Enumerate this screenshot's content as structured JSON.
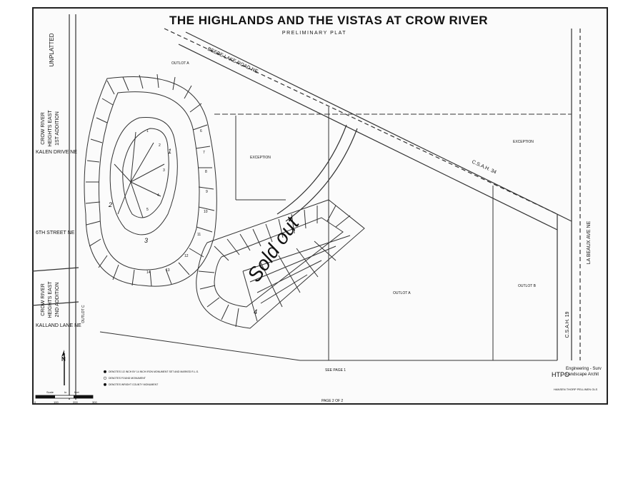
{
  "title": "THE HIGHLANDS AND THE VISTAS AT CROW RIVER",
  "subtitle": "PRELIMINARY   PLAT",
  "labels": {
    "unplatted": "UNPLATTED",
    "beebe": "BEEBE LAKE ROAD NE",
    "crow1a": "CROW RIVER",
    "crow1b": "HEIGHTS EAST",
    "crow1c": "1ST ADDITION",
    "kalen": "KALEN DRIVE NE",
    "sixth": "6TH STREET NE",
    "crow2a": "CROW RIVER",
    "crow2b": "HEIGHTS EAST",
    "crow2c": "2ND ADDITION",
    "kalland": "KALLAND LANE NE",
    "csah34": "C.S.A.H. 34",
    "csah19": "C.S.A.H. 19",
    "labeaux": "LA BEAUX AVE NE",
    "exception1": "EXCEPTION",
    "exception2": "EXCEPTION",
    "outlotA": "OUTLOT A",
    "outlotB": "OUTLOT B",
    "outlotAtop": "OUTLOT A",
    "outlotC": "OUTLOT C",
    "seepage": "SEE PAGE 1",
    "pageof": "PAGE 2 OF 2",
    "firm1": "Engineering - Surv",
    "firm2": "Landscape Archit",
    "firm3": "HANSEN THORP PELLINEN OLS",
    "logo": "HTPO",
    "handwriting": "Sold out",
    "scale": "Scale",
    "scale_in": "In",
    "scale_feet": "feet",
    "scale_ticks": [
      "0",
      "100",
      "200",
      "300"
    ],
    "north": "N"
  },
  "legend": [
    "DENOTES 1/2 INCH BY 14 INCH IRON MONUMENT SET AND MARKED R.L.S.",
    "DENOTES FOUND MONUMENT",
    "DENOTES WRIGHT COUNTY MONUMENT"
  ],
  "lots_upper": [
    "1",
    "2",
    "3",
    "4",
    "5",
    "6",
    "7",
    "8",
    "9",
    "10",
    "11",
    "12",
    "13",
    "14"
  ],
  "block_labels": [
    "1",
    "2",
    "3",
    "4"
  ]
}
